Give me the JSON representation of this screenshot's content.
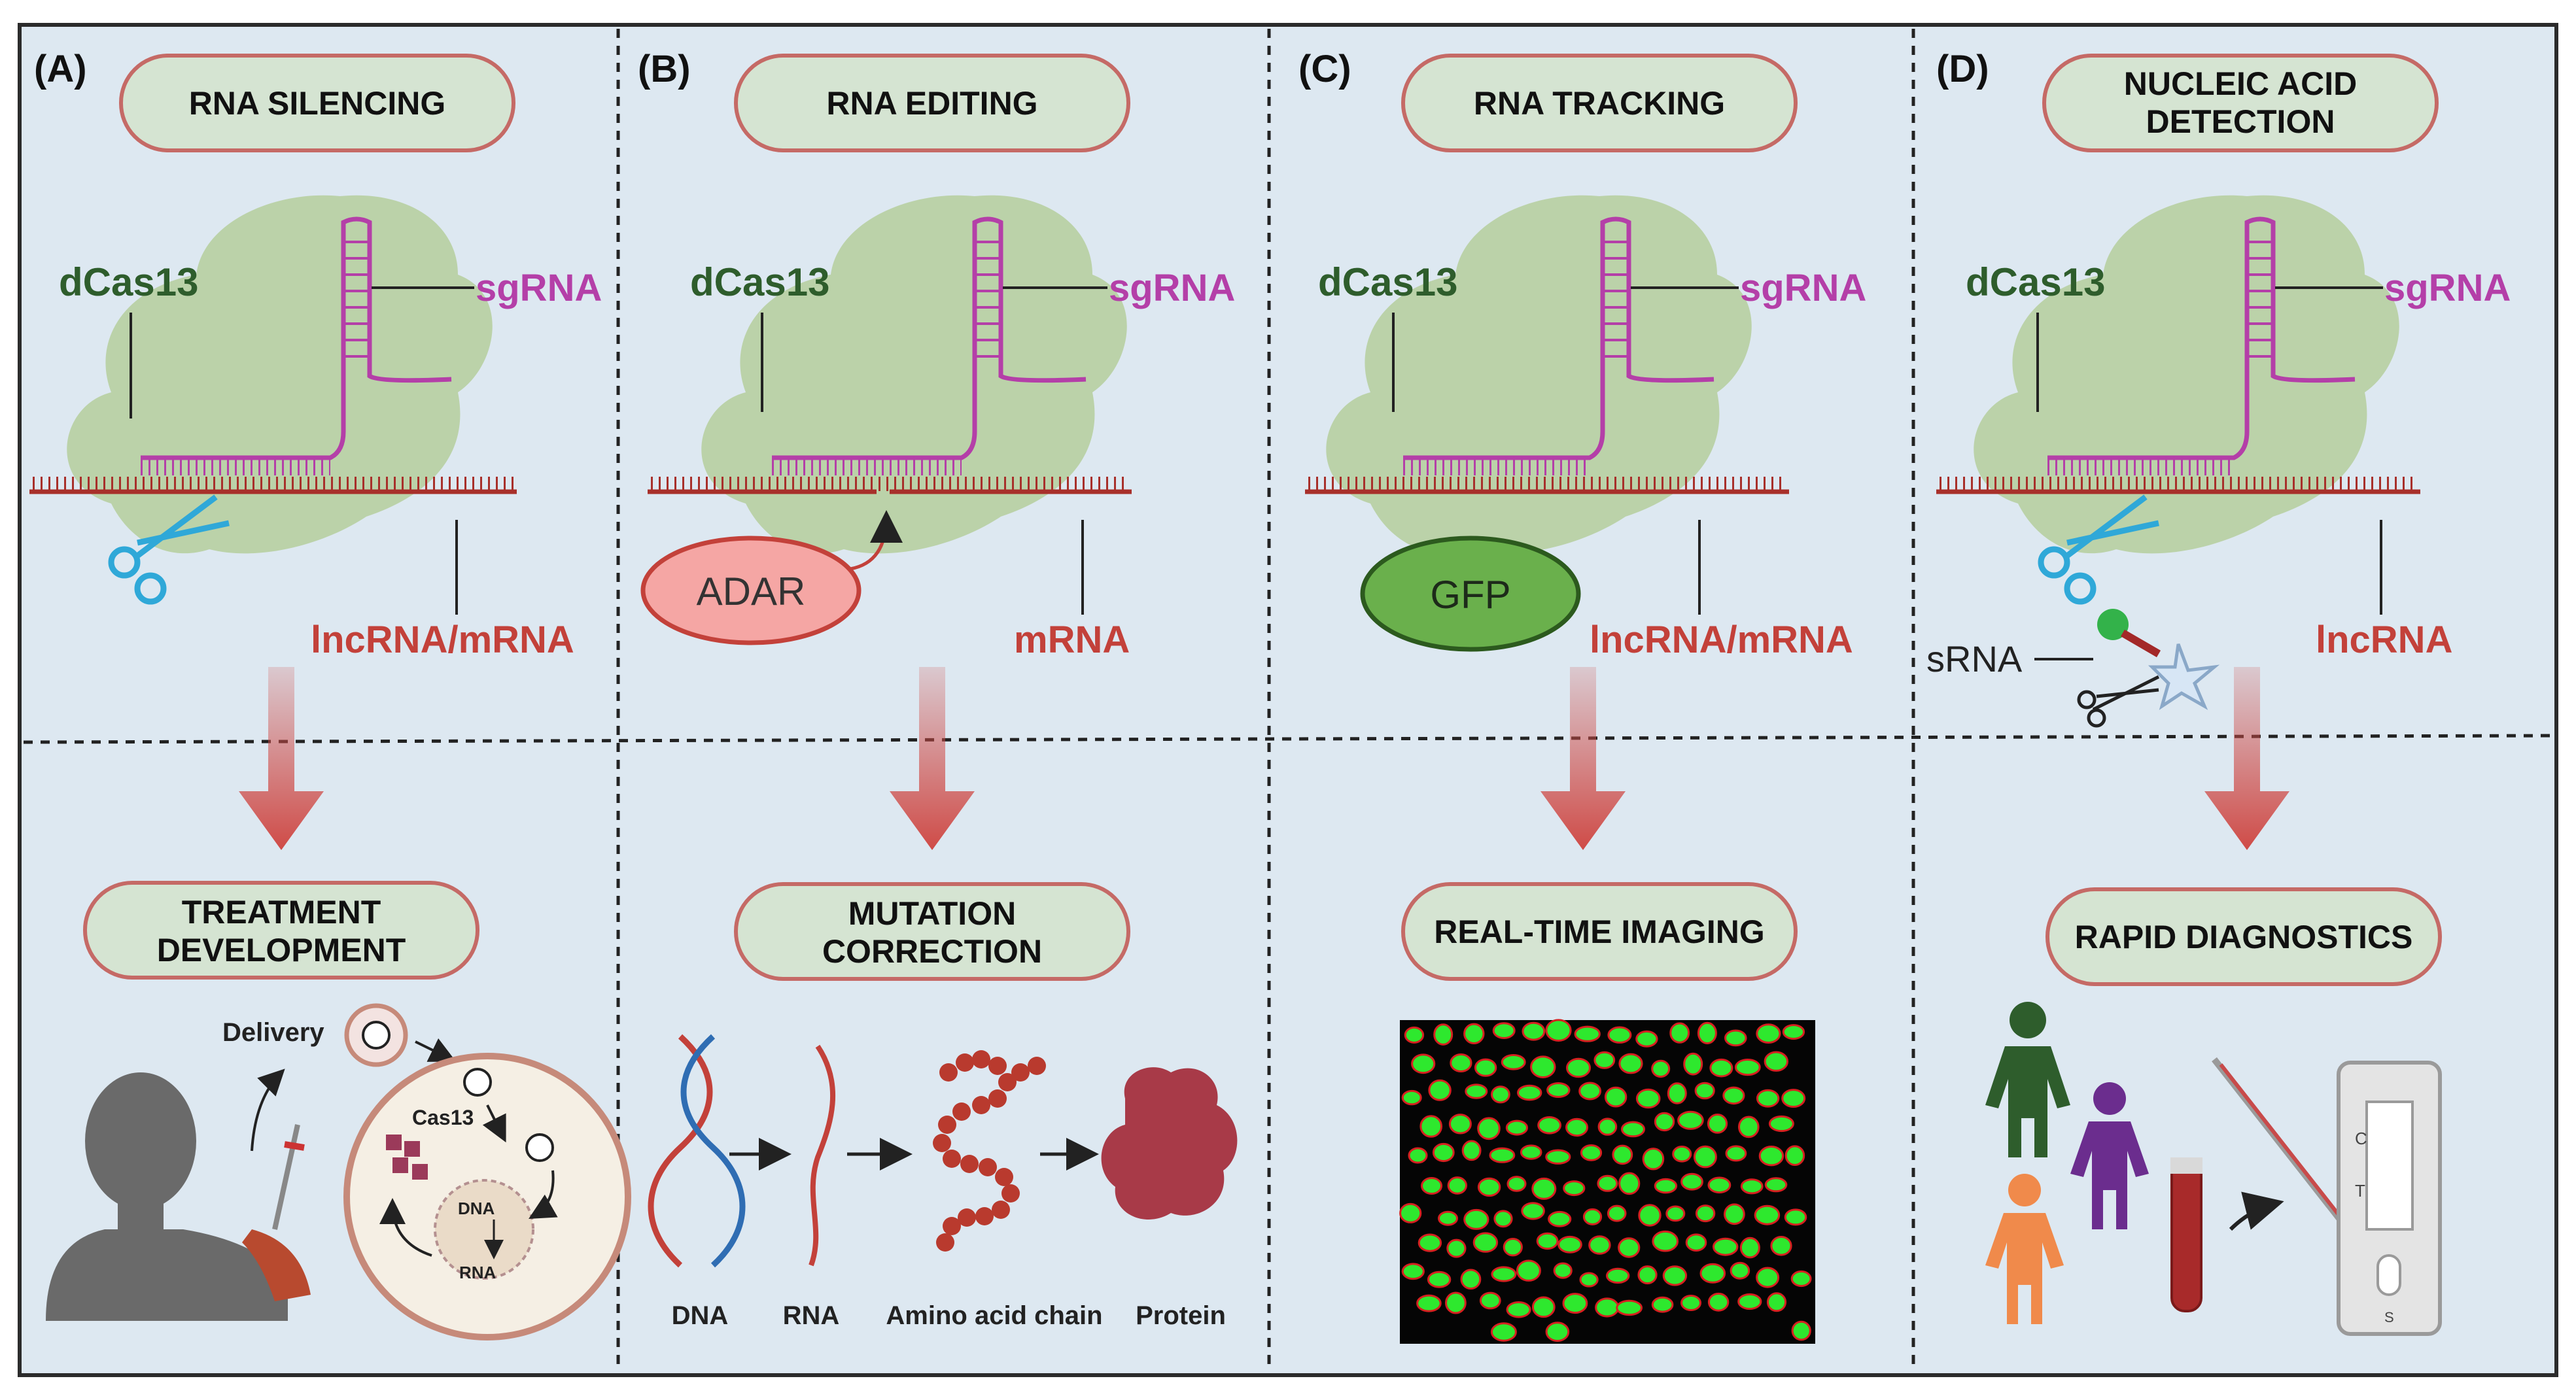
{
  "colors": {
    "panel_bg": "#dde8f1",
    "pill_fill": "#d5e4d2",
    "pill_border": "#c56a66",
    "dcas13_text": "#2e5d2c",
    "sgrna_text": "#b43fa8",
    "target_text": "#c3413a",
    "arrow": "#cf4b47",
    "blob": "#b5ce9c",
    "adar_fill": "#f5a6a4",
    "gfp_fill": "#6ab04c"
  },
  "panels": [
    {
      "letter": "(A)",
      "top_title": "RNA SILENCING",
      "protein_label": "dCas13",
      "guide_label": "sgRNA",
      "target_label": "lncRNA/mRNA",
      "bottom_title_line1": "TREATMENT",
      "bottom_title_line2": "DEVELOPMENT",
      "delivery_label": "Delivery",
      "cell_cas_label": "Cas13",
      "cell_dna_label": "DNA",
      "cell_rna_label": "RNA"
    },
    {
      "letter": "(B)",
      "top_title": "RNA EDITING",
      "protein_label": "dCas13",
      "guide_label": "sgRNA",
      "target_label": "mRNA",
      "enzyme_label": "ADAR",
      "bottom_title_line1": "MUTATION",
      "bottom_title_line2": "CORRECTION",
      "flow_labels": [
        "DNA",
        "RNA",
        "Amino acid chain",
        "Protein"
      ]
    },
    {
      "letter": "(C)",
      "top_title": "RNA TRACKING",
      "protein_label": "dCas13",
      "guide_label": "sgRNA",
      "target_label": "lncRNA/mRNA",
      "reporter_label": "GFP",
      "bottom_title": "REAL-TIME IMAGING"
    },
    {
      "letter": "(D)",
      "top_title_line1": "NUCLEIC ACID",
      "top_title_line2": "DETECTION",
      "protein_label": "dCas13",
      "guide_label": "sgRNA",
      "target_label": "lncRNA",
      "reporter_label": "sRNA",
      "bottom_title": "RAPID DIAGNOSTICS",
      "strip_labels": [
        "C",
        "T",
        "S"
      ]
    }
  ]
}
